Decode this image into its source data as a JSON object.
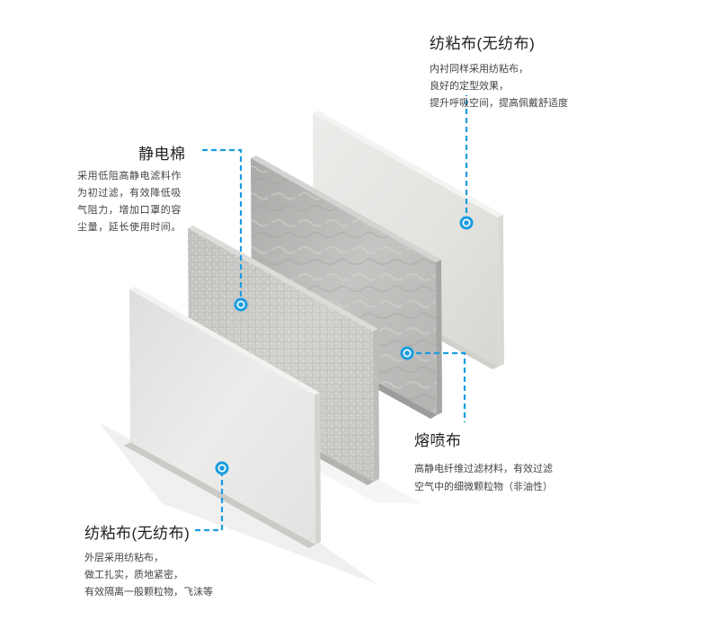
{
  "layers": [
    {
      "title": "纺粘布(无纺布)",
      "desc": "内衬同样采用纺粘布，\n良好的定型效果，\n提升呼吸空间，提高佩戴舒适度"
    },
    {
      "title": "静电棉",
      "desc": "采用低阻高静电滤料作\n为初过滤，有效降低吸\n气阻力，增加口罩的容\n尘量，延长使用时间。"
    },
    {
      "title": "熔喷布",
      "desc": "高静电纤维过滤材料，有效过滤\n空气中的细微颗粒物（非油性）"
    },
    {
      "title": "纺粘布(无纺布)",
      "desc": "外层采用纺粘布，\n做工扎实，质地紧密，\n有效隔离一般颗粒物，飞沫等"
    }
  ],
  "colors": {
    "accent": "#1a9ce0",
    "spunbond": "#e4e4e2",
    "electrostatic_cotton": "#cbcbc8",
    "meltblown": "#b8b9b6"
  }
}
